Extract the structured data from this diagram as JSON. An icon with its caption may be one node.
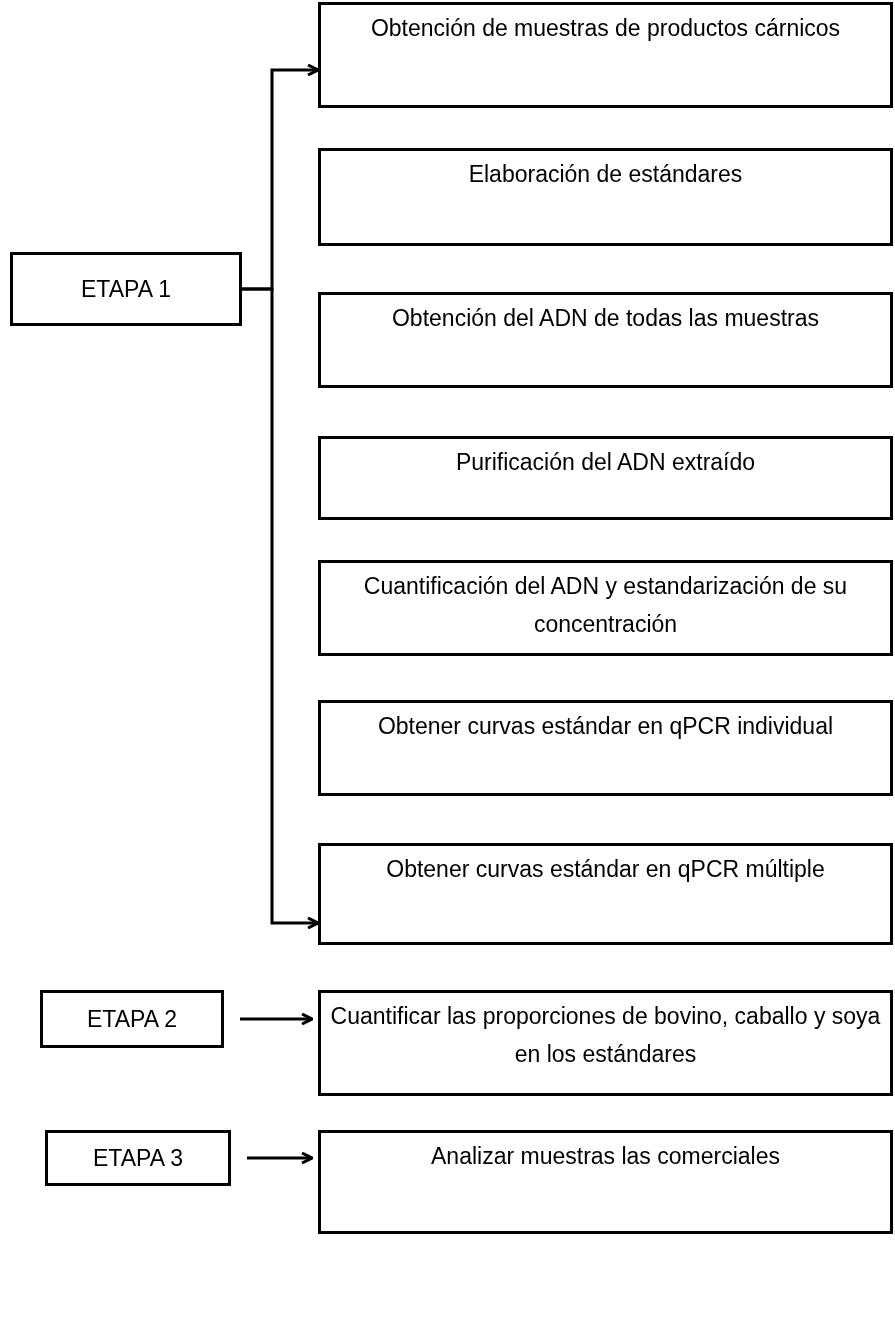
{
  "diagram": {
    "nodes": [
      {
        "text": [
          "ETAPA 1"
        ]
      },
      {
        "text": [
          "Obtención de muestras de productos cárnicos"
        ]
      },
      {
        "text": [
          "Elaboración de estándares"
        ]
      },
      {
        "text": [
          "Obtención del ADN de todas las muestras"
        ]
      },
      {
        "text": [
          "Purificación del ADN extraído"
        ]
      },
      {
        "text": [
          "Cuantificación del ADN y estandarización de su concentración"
        ]
      },
      {
        "text": [
          "Obtener curvas estándar en qPCR individual"
        ]
      },
      {
        "text": [
          "Obtener curvas estándar en qPCR múltiple"
        ]
      },
      {
        "text": [
          "ETAPA 2"
        ]
      },
      {
        "text": [
          "Cuantificar las proporciones de bovino, caballo y soya en los estándares"
        ]
      },
      {
        "text": [
          "ETAPA 3"
        ]
      },
      {
        "text": [
          "Analizar muestras las comerciales"
        ]
      }
    ],
    "edges": [
      {
        "from": 0,
        "to": 1,
        "arrow": "to"
      },
      {
        "from": 0,
        "to": 7,
        "arrow": "to"
      },
      {
        "from": 8,
        "to": 9,
        "arrow": "to"
      },
      {
        "from": 10,
        "to": 11,
        "arrow": "to"
      }
    ]
  }
}
